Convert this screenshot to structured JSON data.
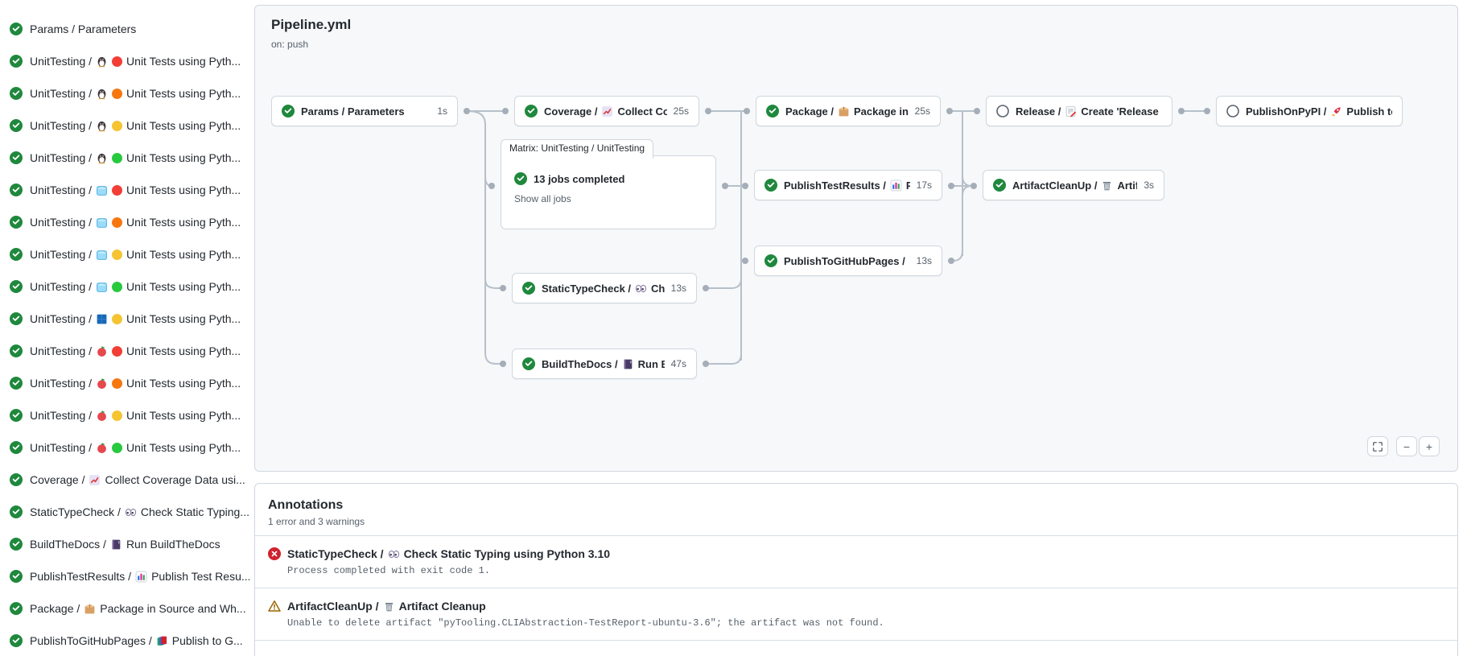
{
  "workflow": {
    "title": "Pipeline.yml",
    "trigger": "on: push"
  },
  "sidebar": {
    "jobs": [
      {
        "status": "success",
        "label": "Params / Parameters"
      },
      {
        "status": "success",
        "prefix": "UnitTesting /",
        "platform_icon": "penguin-icon",
        "dot": "red",
        "suffix": "Unit Tests using Pyth..."
      },
      {
        "status": "success",
        "prefix": "UnitTesting /",
        "platform_icon": "penguin-icon",
        "dot": "orange",
        "suffix": "Unit Tests using Pyth..."
      },
      {
        "status": "success",
        "prefix": "UnitTesting /",
        "platform_icon": "penguin-icon",
        "dot": "yellow",
        "suffix": "Unit Tests using Pyth..."
      },
      {
        "status": "success",
        "prefix": "UnitTesting /",
        "platform_icon": "penguin-icon",
        "dot": "green",
        "suffix": "Unit Tests using Pyth..."
      },
      {
        "status": "success",
        "prefix": "UnitTesting /",
        "platform_icon": "ice-cube-icon",
        "dot": "red",
        "suffix": "Unit Tests using Pyth..."
      },
      {
        "status": "success",
        "prefix": "UnitTesting /",
        "platform_icon": "ice-cube-icon",
        "dot": "orange",
        "suffix": "Unit Tests using Pyth..."
      },
      {
        "status": "success",
        "prefix": "UnitTesting /",
        "platform_icon": "ice-cube-icon",
        "dot": "yellow",
        "suffix": "Unit Tests using Pyth..."
      },
      {
        "status": "success",
        "prefix": "UnitTesting /",
        "platform_icon": "ice-cube-icon",
        "dot": "green",
        "suffix": "Unit Tests using Pyth..."
      },
      {
        "status": "success",
        "prefix": "UnitTesting /",
        "platform_icon": "windows-icon",
        "dot": "yellow",
        "suffix": "Unit Tests using Pyth..."
      },
      {
        "status": "success",
        "prefix": "UnitTesting /",
        "platform_icon": "apple-icon",
        "dot": "red",
        "suffix": "Unit Tests using Pyth..."
      },
      {
        "status": "success",
        "prefix": "UnitTesting /",
        "platform_icon": "apple-icon",
        "dot": "orange",
        "suffix": "Unit Tests using Pyth..."
      },
      {
        "status": "success",
        "prefix": "UnitTesting /",
        "platform_icon": "apple-icon",
        "dot": "yellow",
        "suffix": "Unit Tests using Pyth..."
      },
      {
        "status": "success",
        "prefix": "UnitTesting /",
        "platform_icon": "apple-icon",
        "dot": "green",
        "suffix": "Unit Tests using Pyth..."
      },
      {
        "status": "success",
        "prefix": "Coverage /",
        "icon": "chart-increasing-icon",
        "suffix": "Collect Coverage Data usi..."
      },
      {
        "status": "success",
        "prefix": "StaticTypeCheck /",
        "icon": "eyes-icon",
        "suffix": "Check Static Typing..."
      },
      {
        "status": "success",
        "prefix": "BuildTheDocs /",
        "icon": "notebook-icon",
        "suffix": "Run BuildTheDocs"
      },
      {
        "status": "success",
        "prefix": "PublishTestResults /",
        "icon": "bar-chart-icon",
        "suffix": "Publish Test Resu..."
      },
      {
        "status": "success",
        "prefix": "Package /",
        "icon": "package-icon",
        "suffix": "Package in Source and Wh..."
      },
      {
        "status": "success",
        "prefix": "PublishToGitHubPages /",
        "icon": "books-icon",
        "suffix": "Publish to G..."
      }
    ]
  },
  "graph": {
    "nodes": [
      {
        "id": "params",
        "status": "success",
        "label": "Params / Parameters",
        "duration": "1s"
      },
      {
        "id": "coverage",
        "status": "success",
        "prefix": "Coverage /",
        "icon": "chart-increasing-icon",
        "suffix": "Collect Cove...",
        "duration": "25s"
      },
      {
        "id": "package",
        "status": "success",
        "prefix": "Package /",
        "icon": "package-icon",
        "suffix": "Package in So...",
        "duration": "25s"
      },
      {
        "id": "release",
        "status": "skipped",
        "prefix": "Release /",
        "icon": "memo-icon",
        "suffix": "Create 'Release P...",
        "duration": ""
      },
      {
        "id": "pypi",
        "status": "skipped",
        "prefix": "PublishOnPyPI /",
        "icon": "rocket-icon",
        "suffix": "Publish to ...",
        "duration": ""
      },
      {
        "id": "ptr",
        "status": "success",
        "prefix": "PublishTestResults /",
        "icon": "bar-chart-icon",
        "suffix": "Pu...",
        "duration": "17s"
      },
      {
        "id": "cleanup",
        "status": "success",
        "prefix": "ArtifactCleanUp /",
        "icon": "wastebasket-icon",
        "suffix": "Artifac...",
        "duration": "3s"
      },
      {
        "id": "pages",
        "status": "success",
        "prefix": "PublishToGitHubPages /",
        "icon": "books-icon",
        "suffix": "...",
        "duration": "13s"
      },
      {
        "id": "stc",
        "status": "success",
        "prefix": "StaticTypeCheck /",
        "icon": "eyes-icon",
        "suffix": "Chec...",
        "duration": "13s"
      },
      {
        "id": "btd",
        "status": "success",
        "prefix": "BuildTheDocs /",
        "icon": "notebook-icon",
        "suffix": "Run Buil...",
        "duration": "47s"
      }
    ],
    "matrix": {
      "tab": "Matrix: UnitTesting / UnitTesting",
      "status": "success",
      "summary": "13 jobs completed",
      "link": "Show all jobs"
    },
    "controls": {
      "zoom_out": "−",
      "zoom_in": "+"
    }
  },
  "annotations": {
    "title": "Annotations",
    "subtitle": "1 error and 3 warnings",
    "items": [
      {
        "severity": "error",
        "prefix": "StaticTypeCheck /",
        "icon": "eyes-icon",
        "title": "Check Static Typing using Python 3.10",
        "message": "Process completed with exit code 1."
      },
      {
        "severity": "warning",
        "prefix": "ArtifactCleanUp /",
        "icon": "wastebasket-icon",
        "title": "Artifact Cleanup",
        "message": "Unable to delete artifact \"pyTooling.CLIAbstraction-TestReport-ubuntu-3.6\"; the artifact was not found."
      }
    ]
  },
  "colors": {
    "success_green": "#1f883d",
    "error_red": "#cf222e",
    "warning_yellow": "#9a6700",
    "skipped_gray": "#59636e",
    "panel_background": "#f6f8fa",
    "card_border": "#d0d7de",
    "edge_gray": "#b7c0c9",
    "connector_dot": "#a5aeb8",
    "text_primary": "#24292f",
    "text_secondary": "#57606a",
    "dot_palette": {
      "red": "#f23e36",
      "orange": "#f7770f",
      "yellow": "#f5c432",
      "green": "#27c93f"
    }
  }
}
